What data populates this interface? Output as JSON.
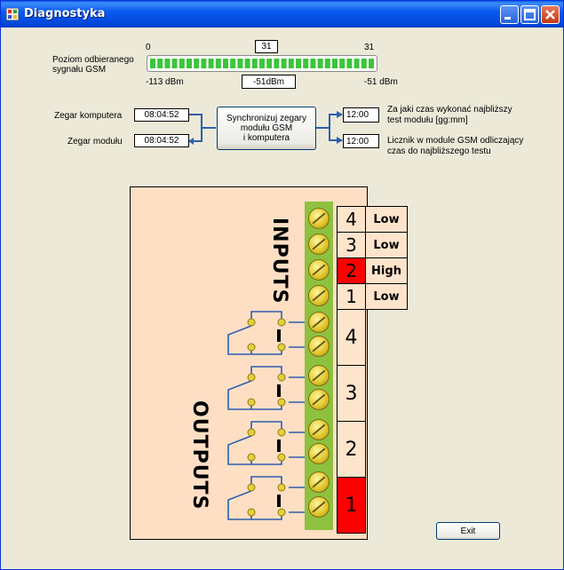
{
  "window": {
    "title": "Diagnostyka"
  },
  "signal": {
    "label_line1": "Poziom odbieranego",
    "label_line2": "sygnału GSM",
    "min_label": "0",
    "max_label": "31",
    "current_value": "31",
    "dbm_min": "-113 dBm",
    "dbm_current": "-51dBm",
    "dbm_max": "-51 dBm",
    "level_fraction": 1.0,
    "bar_color": "#3cc43c"
  },
  "clocks": {
    "computer_label": "Zegar komputera",
    "computer_value": "08:04:52",
    "module_label": "Zegar modułu",
    "module_value": "08:04:52",
    "sync_button_line1": "Synchronizuj zegary",
    "sync_button_line2": "modułu GSM",
    "sync_button_line3": "i komputera"
  },
  "test": {
    "interval_value": "12:00",
    "interval_label_line1": "Za jaki czas wykonać najbliższy",
    "interval_label_line2": "test modułu [gg:mm]",
    "countdown_value": "12:00",
    "countdown_label_line1": "Licznik w module GSM odliczający",
    "countdown_label_line2": "czas do najbliższego testu"
  },
  "inputs": {
    "heading": "INPUTS",
    "items": [
      {
        "num": "4",
        "state": "Low",
        "active": false
      },
      {
        "num": "3",
        "state": "Low",
        "active": false
      },
      {
        "num": "2",
        "state": "High",
        "active": true
      },
      {
        "num": "1",
        "state": "Low",
        "active": false
      }
    ]
  },
  "outputs": {
    "heading": "OUTPUTS",
    "items": [
      {
        "num": "4",
        "active": false
      },
      {
        "num": "3",
        "active": false
      },
      {
        "num": "2",
        "active": false
      },
      {
        "num": "1",
        "active": true
      }
    ]
  },
  "colors": {
    "active": "#ff0000",
    "inactive": "#ffe4cc",
    "wire": "#2d5fb0"
  },
  "exit_button": "Exit"
}
